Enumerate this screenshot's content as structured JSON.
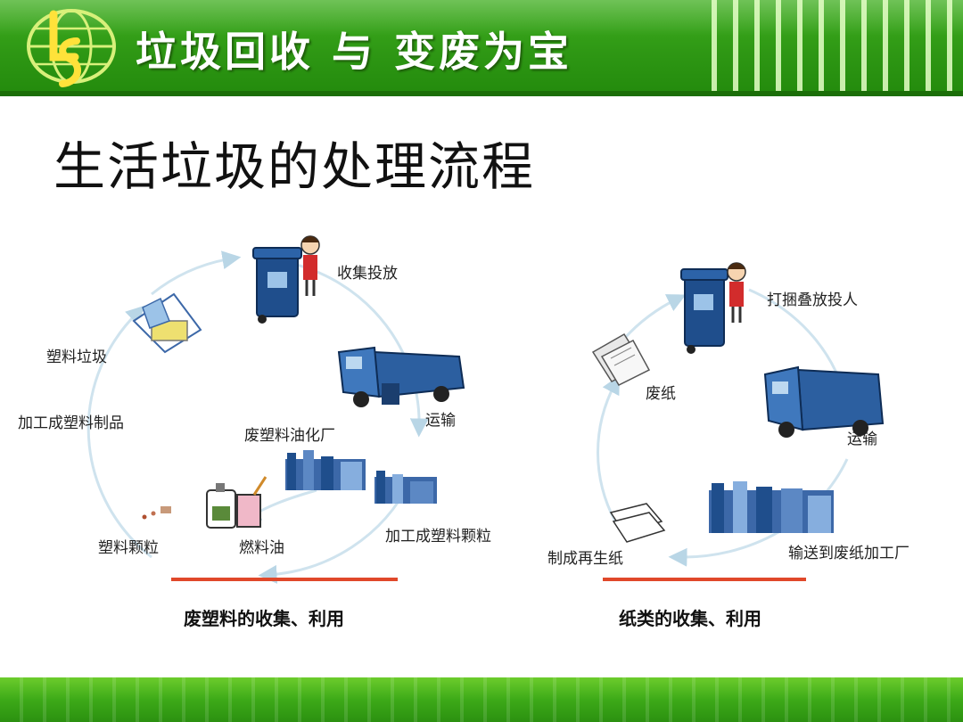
{
  "header": {
    "title": "垃圾回收 与 变废为宝",
    "logo_text": "LS"
  },
  "page_title": "生活垃圾的处理流程",
  "plastic_cycle": {
    "labels": {
      "collect": "收集投放",
      "transport": "运输",
      "plant": "废塑料油化厂",
      "granules_process": "加工成塑料颗粒",
      "fuel_oil": "燃料油",
      "granules": "塑料颗粒",
      "products": "加工成塑料制品",
      "waste": "塑料垃圾"
    },
    "caption": "废塑料的收集、利用"
  },
  "paper_cycle": {
    "labels": {
      "bundle": "打捆叠放投人",
      "transport": "运输",
      "factory": "输送到废纸加工厂",
      "recycled": "制成再生纸",
      "waste_paper": "废纸"
    },
    "caption": "纸类的收集、利用"
  },
  "colors": {
    "header_green": "#2e9714",
    "caption_underline": "#e0482a",
    "bin_blue": "#1f4e8c"
  }
}
